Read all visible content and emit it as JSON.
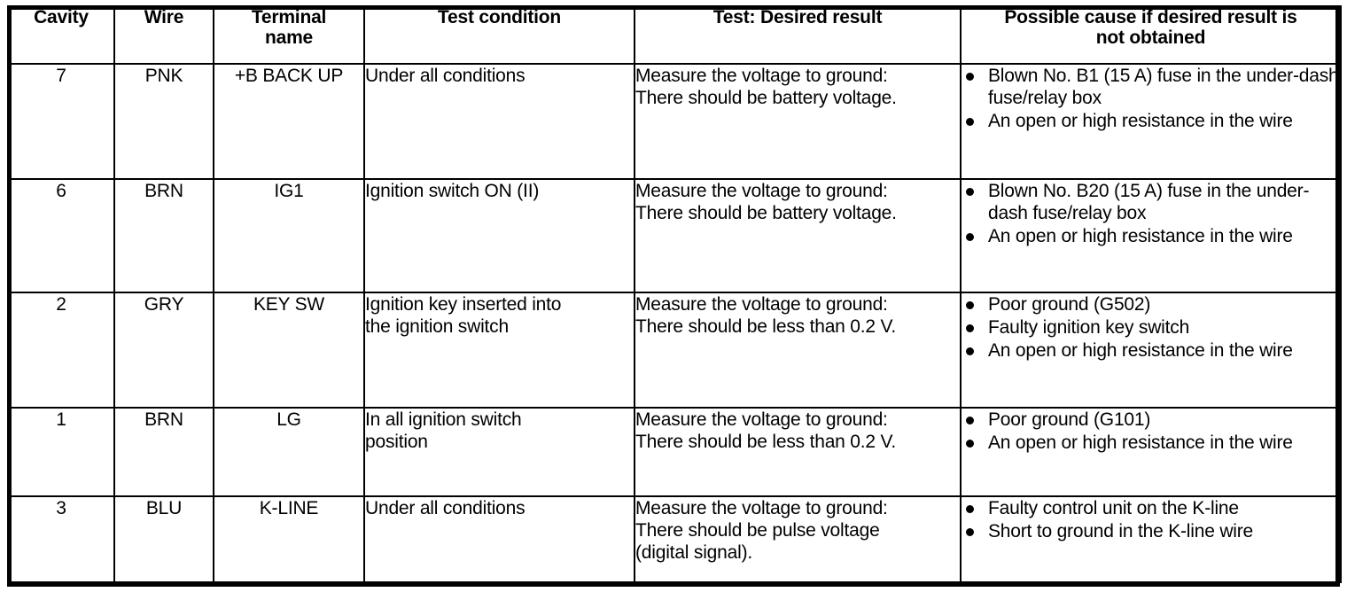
{
  "table": {
    "headers": [
      "Cavity",
      "Wire",
      "Terminal name",
      "Test condition",
      "Test: Desired result",
      "Possible cause if desired result is not obtained"
    ],
    "header_lines": {
      "terminal_name": [
        "Terminal",
        "name"
      ],
      "possible_cause": [
        "Possible cause if desired result is",
        "not obtained"
      ]
    },
    "rows": [
      {
        "cavity": "7",
        "wire": "PNK",
        "terminal_name": "+B BACK UP",
        "test_condition": [
          "Under all conditions"
        ],
        "test_result": [
          "Measure the voltage to ground:",
          "There should be battery voltage."
        ],
        "possible_causes": [
          "Blown No. B1 (15 A) fuse in the under-dash fuse/relay box",
          "An open or high resistance in the wire"
        ]
      },
      {
        "cavity": "6",
        "wire": "BRN",
        "terminal_name": "IG1",
        "test_condition": [
          "Ignition switch ON (II)"
        ],
        "test_result": [
          "Measure the voltage to ground:",
          "There should be battery voltage."
        ],
        "possible_causes": [
          "Blown No. B20 (15 A) fuse in the under-dash fuse/relay box",
          "An open or high resistance in the wire"
        ]
      },
      {
        "cavity": "2",
        "wire": "GRY",
        "terminal_name": "KEY SW",
        "test_condition": [
          "Ignition key inserted into",
          "the ignition switch"
        ],
        "test_result": [
          "Measure the voltage to ground:",
          "There should be less than 0.2 V."
        ],
        "possible_causes": [
          "Poor ground (G502)",
          "Faulty ignition key switch",
          "An open or high resistance in the wire"
        ]
      },
      {
        "cavity": "1",
        "wire": "BRN",
        "terminal_name": "LG",
        "test_condition": [
          "In all ignition switch",
          "position"
        ],
        "test_result": [
          "Measure the voltage to ground:",
          "There should be less than 0.2 V."
        ],
        "possible_causes": [
          "Poor ground (G101)",
          "An open or high resistance in the wire"
        ]
      },
      {
        "cavity": "3",
        "wire": "BLU",
        "terminal_name": "K-LINE",
        "test_condition": [
          "Under all conditions"
        ],
        "test_result": [
          "Measure the voltage to ground:",
          "There should be pulse voltage",
          "(digital signal)."
        ],
        "possible_causes": [
          "Faulty control unit on the K-line",
          "Short to ground in the K-line wire"
        ]
      }
    ]
  },
  "colors": {
    "border": "#000000",
    "text": "#000000",
    "background": "#ffffff"
  }
}
